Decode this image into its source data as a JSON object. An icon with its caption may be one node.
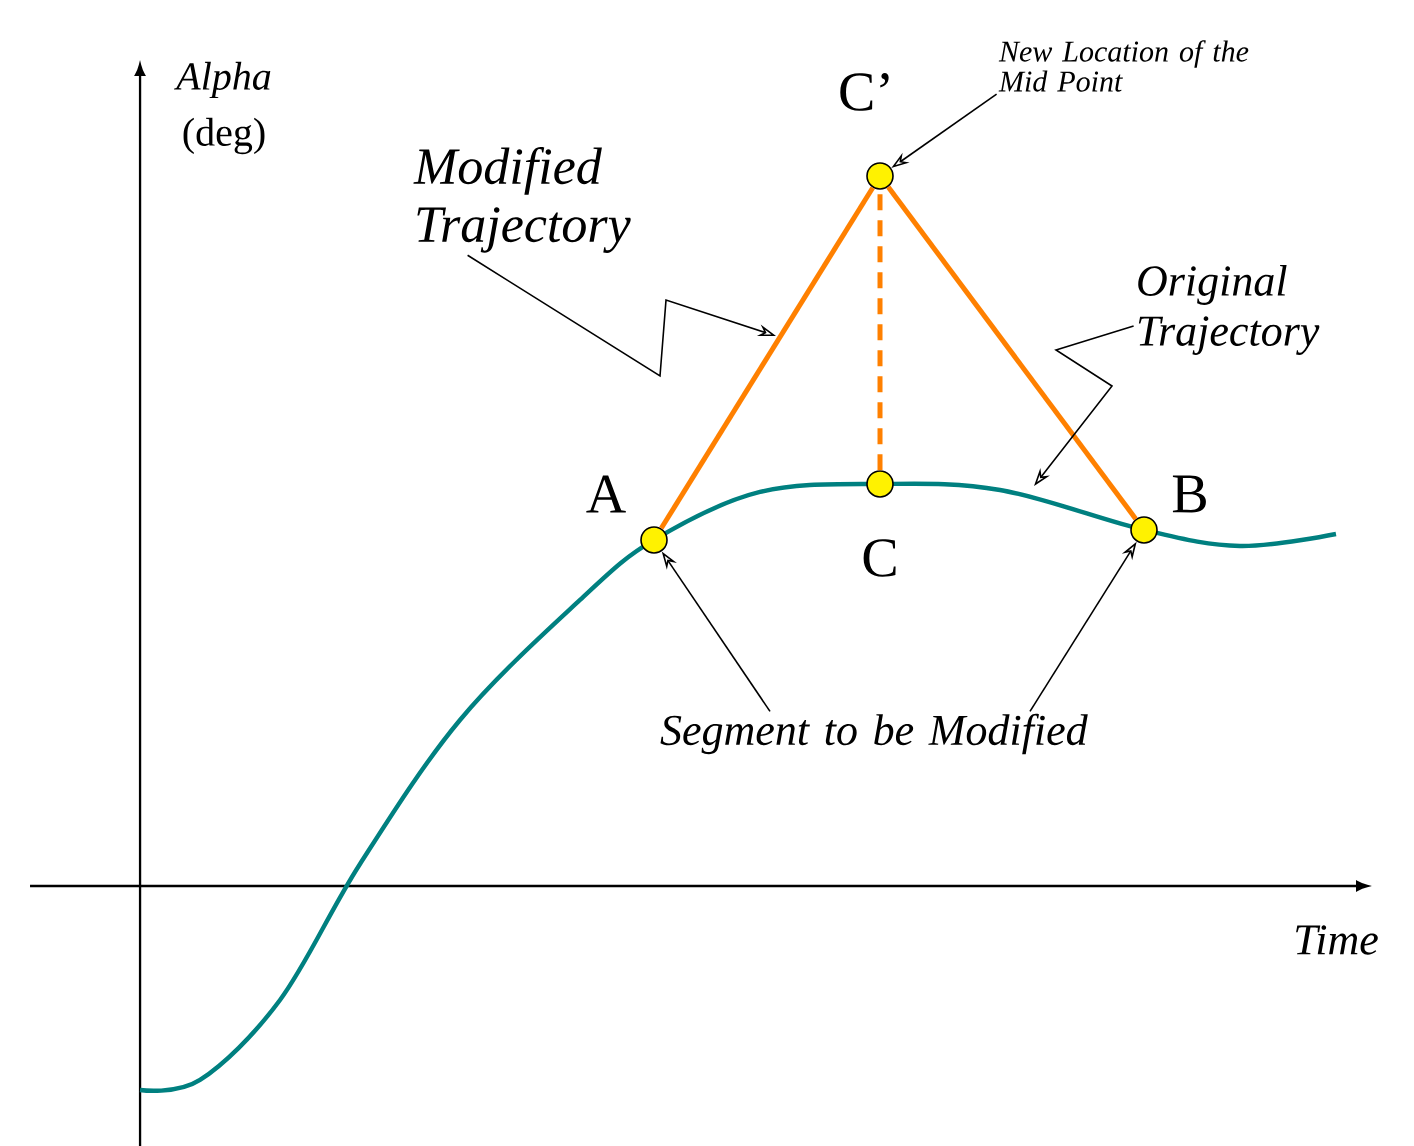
{
  "diagram": {
    "nodes": [
      {
        "text": [],
        "shape": "circle",
        "beside": [
          "A"
        ]
      },
      {
        "text": [],
        "shape": "circle",
        "beside": [
          "C"
        ]
      },
      {
        "text": [],
        "shape": "circle",
        "beside": [
          "C’"
        ]
      },
      {
        "text": [],
        "shape": "circle",
        "beside": [
          "B"
        ]
      },
      {
        "text": [
          "New Location of the Mid Point"
        ]
      },
      {
        "text": [
          "Modified Trajectory"
        ]
      },
      {
        "text": [
          "Original Trajectory"
        ]
      },
      {
        "text": [
          "Segment to be Modified"
        ]
      }
    ],
    "edges": [
      {
        "from": 0,
        "to": 2,
        "arrow": "none",
        "style": "thick",
        "color": "#ff8000"
      },
      {
        "from": 2,
        "to": 3,
        "arrow": "none",
        "style": "thick",
        "color": "#ff8000"
      },
      {
        "from": 1,
        "to": 2,
        "arrow": "none",
        "style": "dashed",
        "color": "#ff8000"
      },
      {
        "from": 4,
        "to": 2,
        "arrow": "to"
      },
      {
        "from": 5,
        "to": null,
        "arrow": "to"
      },
      {
        "from": 6,
        "to": null,
        "arrow": "to"
      },
      {
        "from": 7,
        "to": 0,
        "arrow": "to"
      },
      {
        "from": 7,
        "to": 3,
        "arrow": "to"
      }
    ],
    "labels": [
      "Alpha",
      "(deg)",
      "Time"
    ]
  }
}
